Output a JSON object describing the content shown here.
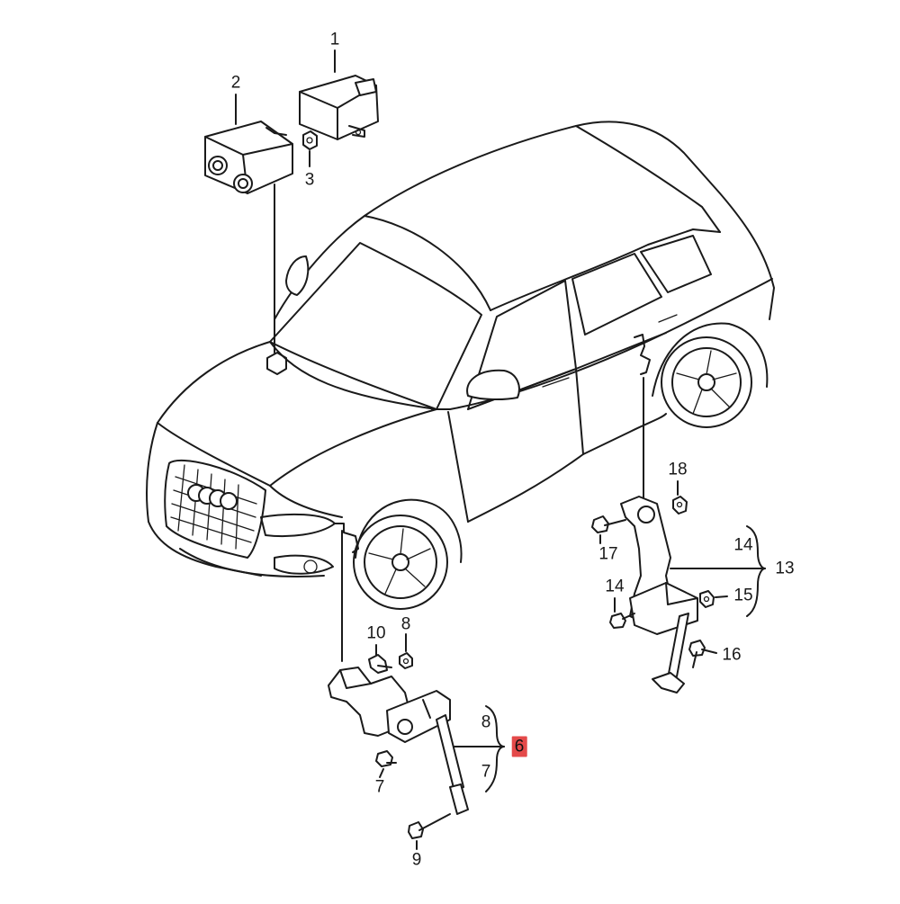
{
  "diagram": {
    "callouts": [
      {
        "id": "c1",
        "text": "1"
      },
      {
        "id": "c2",
        "text": "2"
      },
      {
        "id": "c3",
        "text": "3"
      },
      {
        "id": "c6",
        "text": "6",
        "highlight_color": "#e44a4a"
      },
      {
        "id": "c7a",
        "text": "7"
      },
      {
        "id": "c7b",
        "text": "7"
      },
      {
        "id": "c8a",
        "text": "8"
      },
      {
        "id": "c8b",
        "text": "8"
      },
      {
        "id": "c9",
        "text": "9"
      },
      {
        "id": "c10",
        "text": "10"
      },
      {
        "id": "c13",
        "text": "13"
      },
      {
        "id": "c14a",
        "text": "14"
      },
      {
        "id": "c14b",
        "text": "14"
      },
      {
        "id": "c15",
        "text": "15"
      },
      {
        "id": "c16",
        "text": "16"
      },
      {
        "id": "c17",
        "text": "17"
      },
      {
        "id": "c18",
        "text": "18"
      }
    ]
  }
}
